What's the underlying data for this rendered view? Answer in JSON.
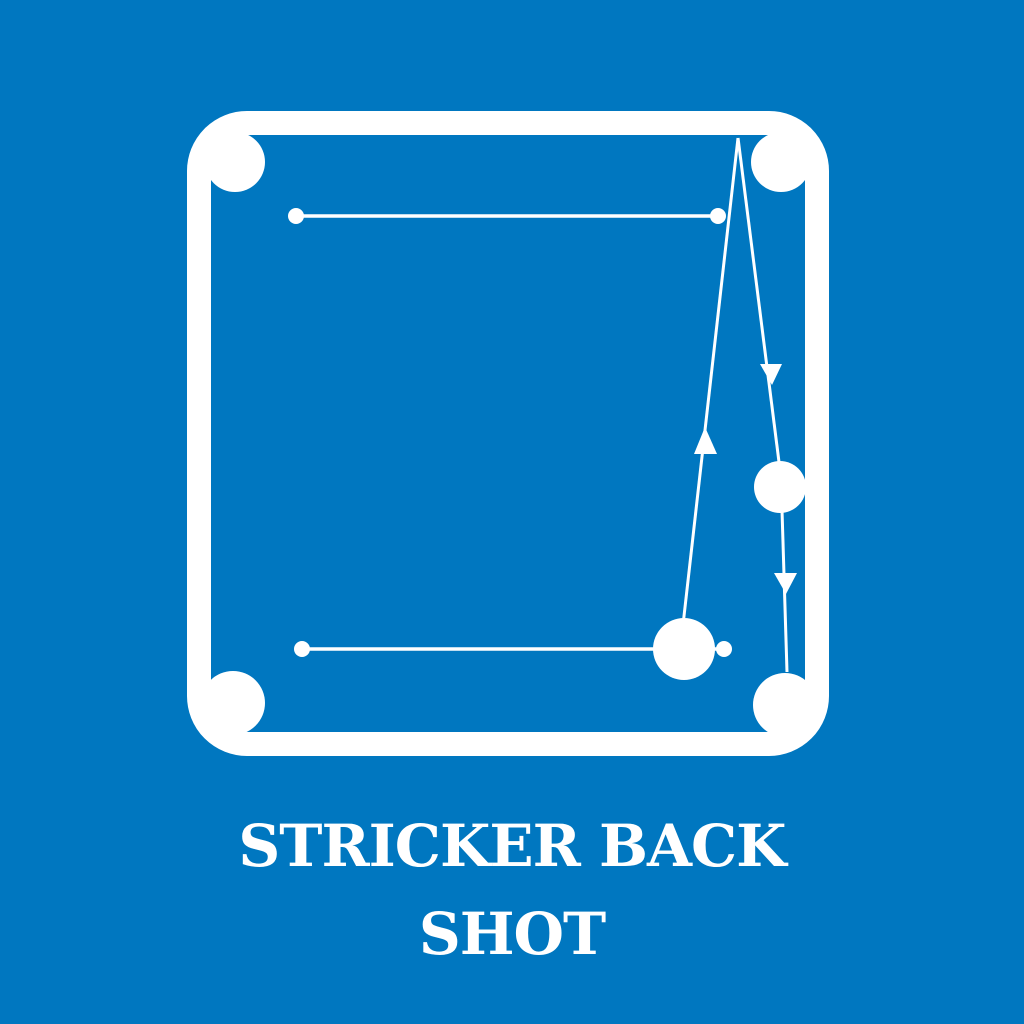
{
  "background_color": "#0077c0",
  "foreground_color": "#ffffff",
  "icon": {
    "name": "carrom-board-icon",
    "depicts": "carrom board with striker rebound shot path"
  },
  "caption": {
    "line1": "STRICKER BACK",
    "line2": "SHOT"
  }
}
